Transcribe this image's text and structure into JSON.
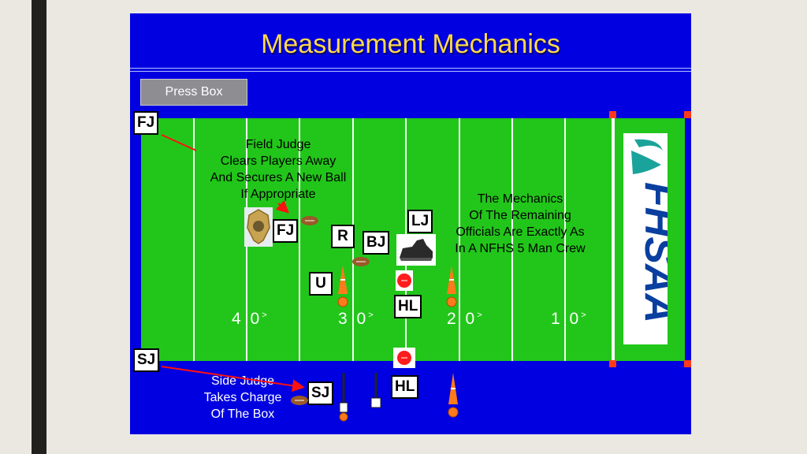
{
  "slide": {
    "title": "Measurement Mechanics",
    "press_box_label": "Press Box"
  },
  "field": {
    "yard_numbers": [
      "4 0",
      "3 0",
      "2 0",
      "1 0"
    ],
    "logo_text": "FHSAA"
  },
  "officials": {
    "fj_corner": "FJ",
    "sj_corner": "SJ",
    "fj": "FJ",
    "r": "R",
    "bj": "BJ",
    "lj": "LJ",
    "u": "U",
    "hl_field": "HL",
    "hl_sideline": "HL",
    "sj": "SJ"
  },
  "callouts": {
    "field_judge": [
      "Field Judge",
      "Clears Players Away",
      "And Secures A New Ball",
      "If Appropriate"
    ],
    "mechanics": [
      "The Mechanics",
      "Of The Remaining",
      "Officials Are Exactly As",
      "In A NFHS 5 Man Crew"
    ],
    "side_judge": [
      "Side Judge",
      "Takes Charge",
      "Of The Box"
    ]
  },
  "colors": {
    "slide_background": "#0000e0",
    "field": "#22c61a",
    "title": "#ffd84a",
    "pylon": "#ff3a1a",
    "cone": "#ff7a1a",
    "logo_teal": "#1aa39a",
    "logo_blue": "#0a3fa0"
  },
  "icons": [
    "badge-icon",
    "football-icon",
    "cleat-icon",
    "flag-icon",
    "cone-icon",
    "chain-stake-icon",
    "down-box-icon",
    "arrow-icon"
  ]
}
